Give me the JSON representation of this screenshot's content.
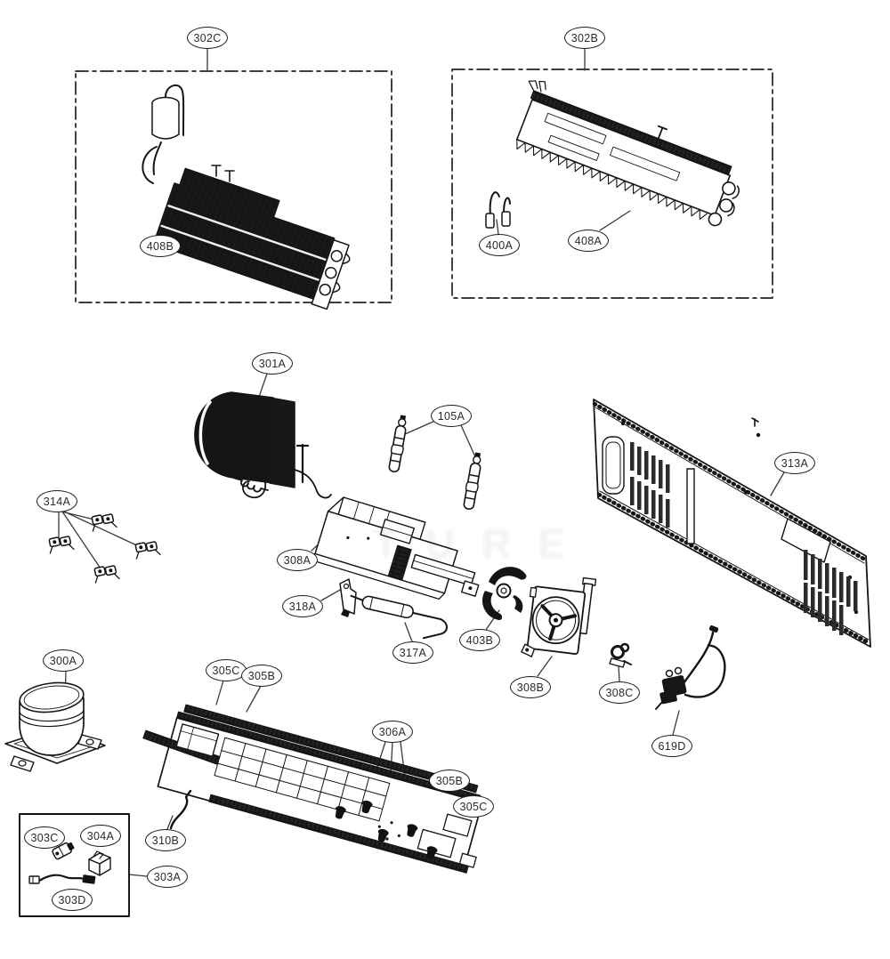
{
  "diagram": {
    "watermark": "TURE",
    "labels": {
      "c302C": "302C",
      "c302B": "302B",
      "c408B": "408B",
      "c400A": "400A",
      "c408A": "408A",
      "c301A": "301A",
      "c105A": "105A",
      "c313A": "313A",
      "c314A": "314A",
      "c308A": "308A",
      "c318A": "318A",
      "c317A": "317A",
      "c403B": "403B",
      "c308B": "308B",
      "c308C": "308C",
      "c300A": "300A",
      "c305C1": "305C",
      "c305B1": "305B",
      "c306A": "306A",
      "c305B2": "305B",
      "c305C2": "305C",
      "c619D": "619D",
      "c310B": "310B",
      "c303A": "303A",
      "c303C": "303C",
      "c304A": "304A",
      "c303D": "303D"
    }
  }
}
